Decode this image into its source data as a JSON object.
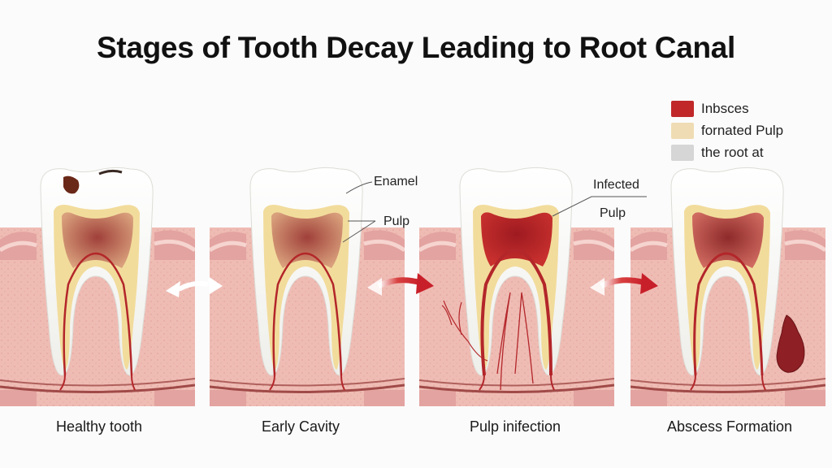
{
  "title": "Stages of Tooth Decay Leading to Root Canal",
  "legend": {
    "items": [
      {
        "label": "Inbsces",
        "color": "#c0282a"
      },
      {
        "label": "fornated Pulp",
        "color": "#efdcb4"
      },
      {
        "label": "the root at",
        "color": "#d6d6d6"
      }
    ]
  },
  "annotations": {
    "enamel": "Enamel",
    "pulp": "Pulp",
    "infected_line1": "Infected",
    "infected_line2": "Pulp"
  },
  "stages": [
    {
      "caption": "Healthy tooth",
      "pulp_color": "#c9806a",
      "has_cavity": true
    },
    {
      "caption": "Early Cavity",
      "pulp_color": "#c47a62"
    },
    {
      "caption": "Pulp inifection",
      "pulp_color": "#b8242a"
    },
    {
      "caption": "Abscess Formation",
      "pulp_color": "#b54a44",
      "has_abscess": true
    }
  ],
  "colors": {
    "gum": "#e3a3a0",
    "gum_dark": "#d48a88",
    "bone": "#efbcb4",
    "enamel": "#f7f7f5",
    "dentin": "#f2dc9c",
    "nerve": "#b3262a",
    "abscess": "#8e1f24",
    "arrow_white": "#ffffff",
    "arrow_red": "#c8202a"
  }
}
